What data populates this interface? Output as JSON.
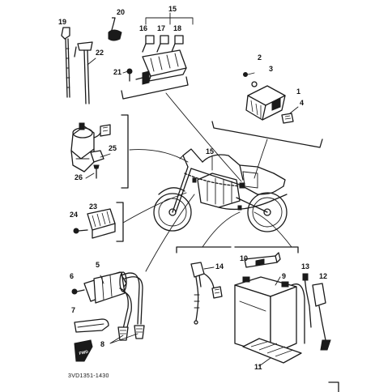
{
  "diagram_code": "3VD1351-1430",
  "fwd_label": "FWD",
  "callouts": {
    "p1": "1",
    "p2": "2",
    "p3": "3",
    "p4": "4",
    "p5": "5",
    "p6": "6",
    "p7": "7",
    "p8": "8",
    "p9": "9",
    "p10": "10",
    "p11": "11",
    "p12": "12",
    "p13": "13",
    "p14": "14",
    "p15": "15",
    "p15b": "15",
    "p16": "16",
    "p17": "17",
    "p18": "18",
    "p19": "19",
    "p20": "20",
    "p21": "21",
    "p22": "22",
    "p23": "23",
    "p24": "24",
    "p25": "25",
    "p26": "26"
  }
}
